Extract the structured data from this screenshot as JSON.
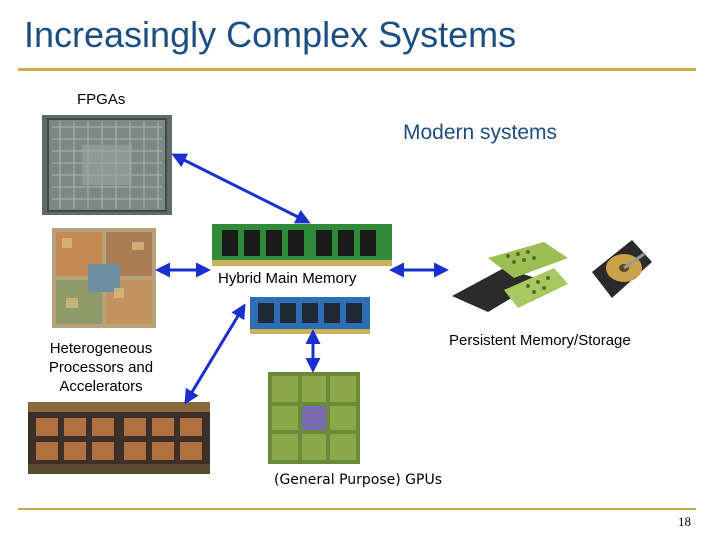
{
  "slide": {
    "title": "Increasingly Complex Systems",
    "labels": {
      "fpgas": "FPGAs",
      "modern_systems": "Modern systems",
      "hybrid_memory": "Hybrid Main Memory",
      "persistent": "Persistent Memory/Storage",
      "hetero_line1": "Heterogeneous",
      "hetero_line2": "Processors and",
      "hetero_line3": "Accelerators",
      "gpus": "(General Purpose) GPUs"
    },
    "page_number": "18"
  },
  "colors": {
    "title": "#1b4f83",
    "accent_rule": "#c8ad4a",
    "arrow": "#1a2fd0",
    "modern_systems": "#1b4f83"
  }
}
